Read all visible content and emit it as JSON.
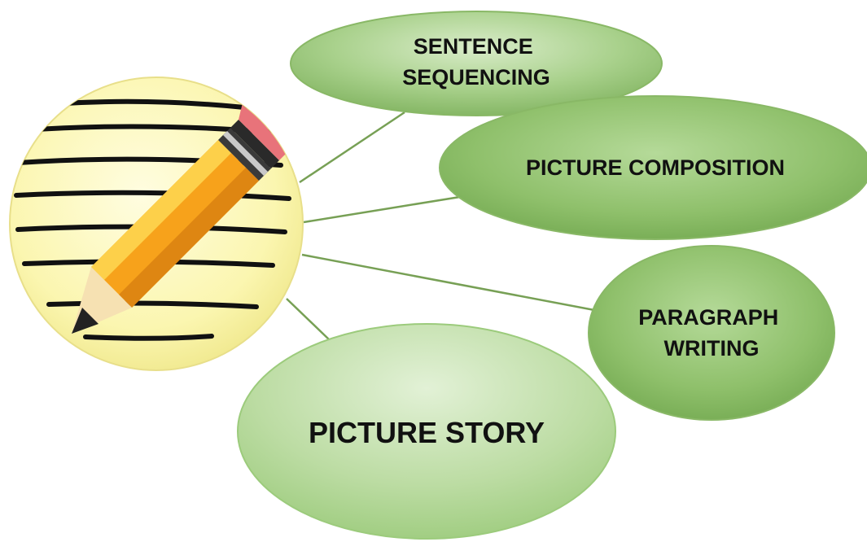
{
  "center": {
    "icon": "pencil-writing-paper-icon"
  },
  "nodes": [
    {
      "id": "sentence-sequencing",
      "lines": [
        "SENTENCE",
        "SEQUENCING"
      ]
    },
    {
      "id": "picture-composition",
      "lines": [
        "PICTURE COMPOSITION"
      ]
    },
    {
      "id": "paragraph-writing",
      "lines": [
        "PARAGRAPH",
        "WRITING"
      ]
    },
    {
      "id": "picture-story",
      "lines": [
        "PICTURE STORY"
      ]
    }
  ],
  "colors": {
    "connector": "#77a055",
    "node_fill_dark": "#7fb25e",
    "node_fill_light": "#d9ecc9",
    "node_stroke": "#89b866",
    "paper": "#fbf6b0",
    "pencil": "#f7a21b"
  }
}
